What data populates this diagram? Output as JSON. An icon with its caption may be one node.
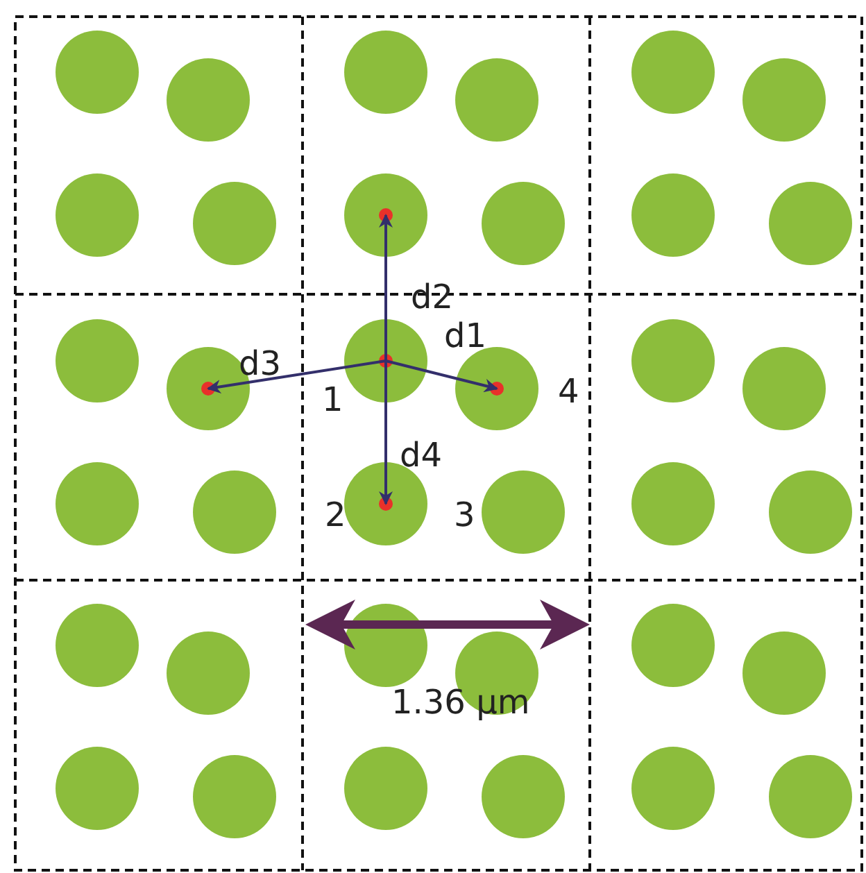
{
  "diagram": {
    "nodes": [
      {
        "text": [],
        "shape": "circle"
      },
      {
        "text": [],
        "shape": "circle"
      },
      {
        "text": [],
        "shape": "circle"
      },
      {
        "text": [],
        "shape": "circle"
      },
      {
        "text": [],
        "shape": "circle"
      },
      {
        "text": [],
        "shape": "circle"
      },
      {
        "text": [],
        "shape": "circle"
      },
      {
        "text": [],
        "shape": "circle"
      },
      {
        "text": [],
        "shape": "circle"
      },
      {
        "text": [],
        "shape": "circle"
      },
      {
        "text": [],
        "shape": "circle"
      },
      {
        "text": [],
        "shape": "circle"
      },
      {
        "text": [],
        "shape": "circle"
      },
      {
        "text": [],
        "shape": "circle"
      },
      {
        "text": [],
        "shape": "circle",
        "beside": [
          "1"
        ]
      },
      {
        "text": [],
        "shape": "circle",
        "beside": [
          "4"
        ]
      },
      {
        "text": [],
        "shape": "circle"
      },
      {
        "text": [],
        "shape": "circle"
      },
      {
        "text": [],
        "shape": "circle"
      },
      {
        "text": [],
        "shape": "circle"
      },
      {
        "text": [],
        "shape": "circle",
        "beside": [
          "2"
        ]
      },
      {
        "text": [],
        "shape": "circle",
        "beside": [
          "3"
        ]
      },
      {
        "text": [],
        "shape": "circle"
      },
      {
        "text": [],
        "shape": "circle"
      },
      {
        "text": [],
        "shape": "circle"
      },
      {
        "text": [],
        "shape": "circle"
      },
      {
        "text": [],
        "shape": "circle"
      },
      {
        "text": [],
        "shape": "circle"
      },
      {
        "text": [],
        "shape": "circle"
      },
      {
        "text": [],
        "shape": "circle"
      },
      {
        "text": [],
        "shape": "circle"
      },
      {
        "text": [],
        "shape": "circle"
      },
      {
        "text": [],
        "shape": "circle"
      },
      {
        "text": [],
        "shape": "circle"
      },
      {
        "text": [],
        "shape": "circle"
      },
      {
        "text": [],
        "shape": "circle"
      }
    ],
    "edges": [
      {
        "from": 14,
        "to": 15,
        "arrow": "to",
        "label": "d1"
      },
      {
        "from": 14,
        "to": 8,
        "arrow": "to",
        "label": "d2"
      },
      {
        "from": 14,
        "to": 13,
        "arrow": "to",
        "label": "d3"
      },
      {
        "from": 14,
        "to": 20,
        "arrow": "to",
        "label": "d4"
      }
    ],
    "labels": [
      "1.36 µm"
    ]
  }
}
